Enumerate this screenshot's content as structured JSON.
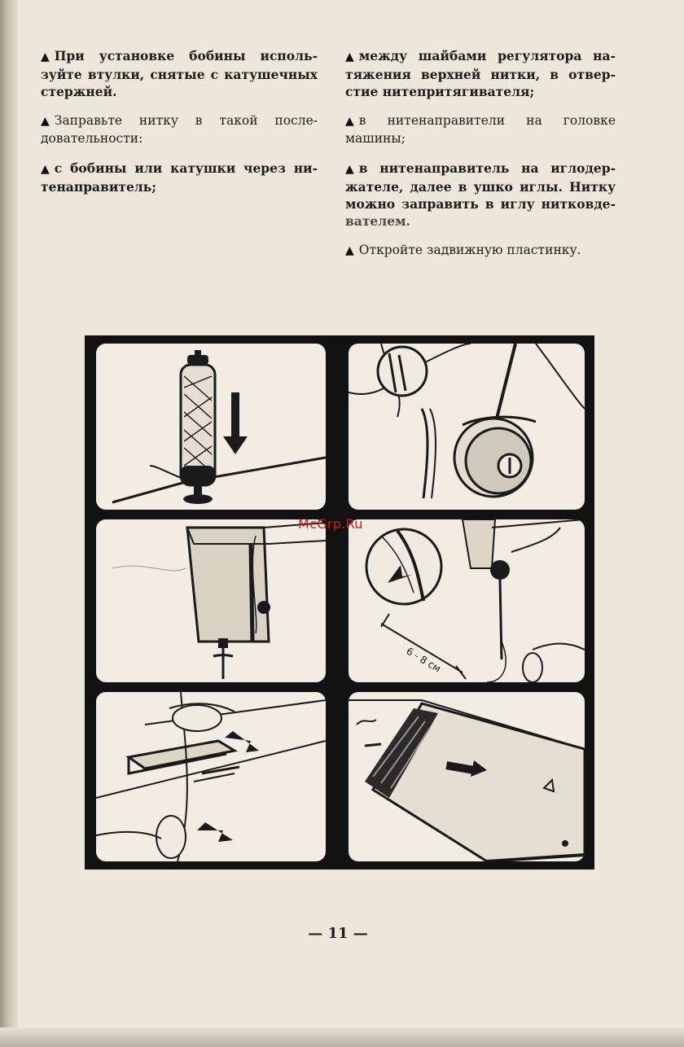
{
  "instructions": {
    "left": [
      {
        "text": "При установке бобины исполь­зуйте втулки, снятые с катушечных стержней."
      },
      {
        "text": "Заправьте нитку в такой после­довательности:"
      },
      {
        "text": "с бобины или катушки через ни­тенаправитель;"
      }
    ],
    "right": [
      {
        "text": "между шайбами регулятора на­тяжения верхней нитки, в отвер­стие нитепритягивателя;"
      },
      {
        "text": "в нитенаправители на головке машины;"
      },
      {
        "text": "в нитенаправитель на иглодер­жателе, далее в ушко иглы. Нитку можно заправить в иглу нитковде­",
        "tail": "вателем."
      },
      {
        "text": "Откройте задвижную пластинку."
      }
    ]
  },
  "figure": {
    "measurement_label": "6 - 8 см",
    "line_color": "#1a1a1a",
    "panel_color": "#f1ede4",
    "frame_color": "#121212"
  },
  "watermark": "McGrp.Ru",
  "page_number": "— 11 —"
}
